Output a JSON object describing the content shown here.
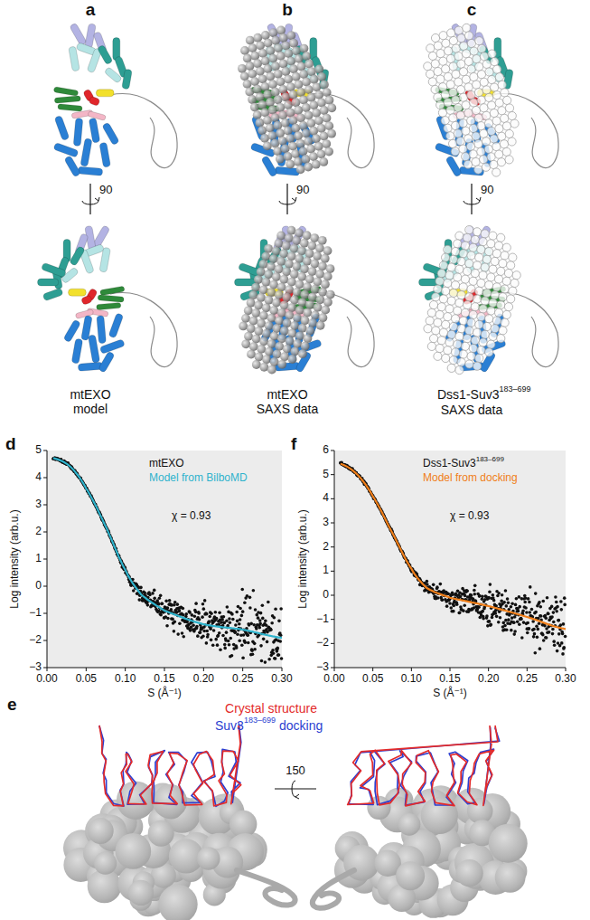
{
  "diagram": {
    "labels": [
      "a",
      "b",
      "c",
      "90",
      "90",
      "90",
      "mtEXO model",
      "mtEXO SAXS data",
      "Dss1-Suv3",
      "183–699",
      "SAXS data",
      "d",
      "5",
      "4",
      "3",
      "2",
      "1",
      "0",
      "−1",
      "−2",
      "−3",
      "0.00",
      "0.05",
      "0.10",
      "0.15",
      "0.20",
      "0.25",
      "0.30",
      "Log intensity (arb.u.)",
      "S (Å⁻¹)",
      "mtEXO",
      "Model from BilboMD",
      "χ = 0.93",
      "f",
      "6",
      "5",
      "4",
      "3",
      "2",
      "1",
      "0",
      "−1",
      "−2",
      "−3",
      "0.00",
      "0.05",
      "0.10",
      "0.15",
      "0.20",
      "0.25",
      "0.30",
      "Log intensity (arb.u.)",
      "S (Å⁻¹)",
      "Dss1-Suv3",
      "183–699",
      "Model from docking",
      "χ = 0.93",
      "e",
      "Crystal structure",
      "Suv3",
      "183–699",
      "docking",
      "150"
    ]
  }
}
